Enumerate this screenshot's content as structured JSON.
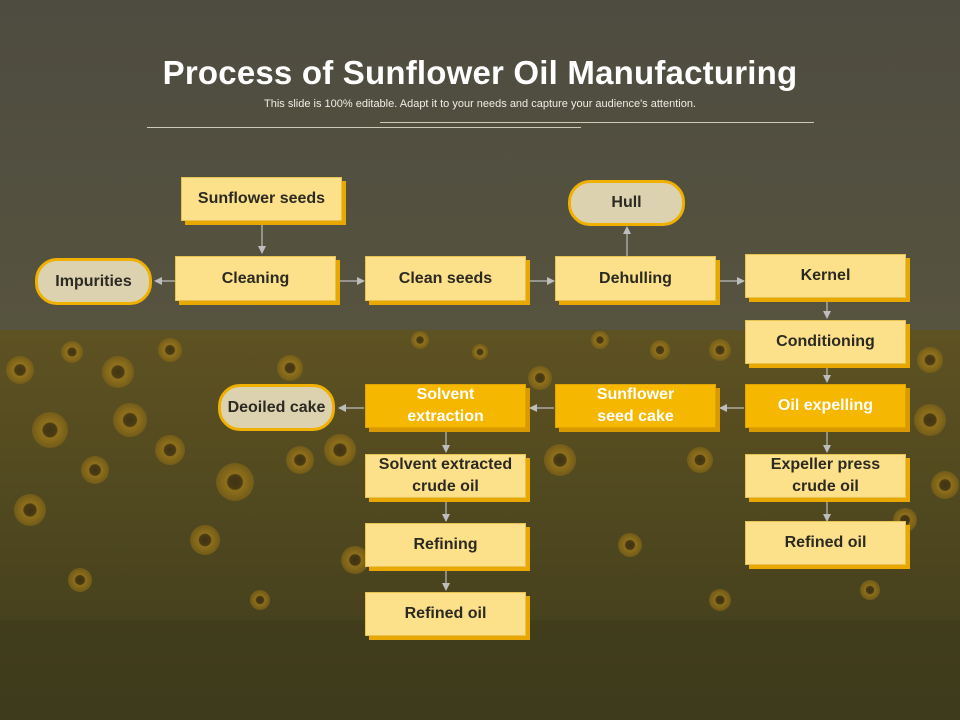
{
  "slide": {
    "title": "Process of Sunflower Oil Manufacturing",
    "subtitle": "This slide is 100% editable. Adapt it to your needs and capture your audience's attention."
  },
  "colors": {
    "light_box": "#fde08a",
    "dark_box": "#f5b700",
    "box_shadow": "#e8a800",
    "pill_fill": "#ddd2b0",
    "pill_border": "#f0b000"
  },
  "nodes": {
    "sunflower_seeds": "Sunflower seeds",
    "impurities": "Impurities",
    "cleaning": "Cleaning",
    "clean_seeds": "Clean seeds",
    "hull": "Hull",
    "dehulling": "Dehulling",
    "kernel": "Kernel",
    "conditioning": "Conditioning",
    "oil_expelling": "Oil expelling",
    "sunflower_seed_cake": "Sunflower seed cake",
    "solvent_extraction": "Solvent extraction",
    "deoiled_cake": "Deoiled cake",
    "expeller_press_crude_oil": "Expeller press crude oil",
    "refined_oil_right": "Refined oil",
    "solvent_extracted_crude_oil": "Solvent extracted crude oil",
    "refining": "Refining",
    "refined_oil_left": "Refined oil"
  }
}
